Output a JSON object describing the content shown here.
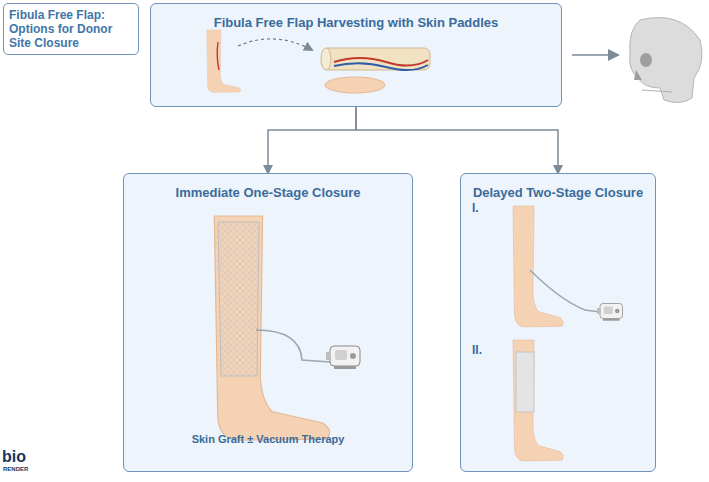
{
  "diagram": {
    "title": "Fibula Free Flap: Options for Donor Site Closure",
    "nodes": [
      {
        "text": [
          "Fibula Free Flap Harvesting with Skin Paddles"
        ]
      },
      {
        "text": [
          "Immediate One-Stage Closure",
          "Skin Graft ± Vacuum Therapy"
        ]
      },
      {
        "text": [
          "Delayed Two-Stage Closure"
        ]
      }
    ],
    "edges": [
      {
        "from": 0,
        "to": 1,
        "arrow": "to"
      },
      {
        "from": 0,
        "to": 2,
        "arrow": "to"
      }
    ],
    "labels": [
      "I.",
      "II.",
      "bio",
      "RENDER"
    ]
  }
}
